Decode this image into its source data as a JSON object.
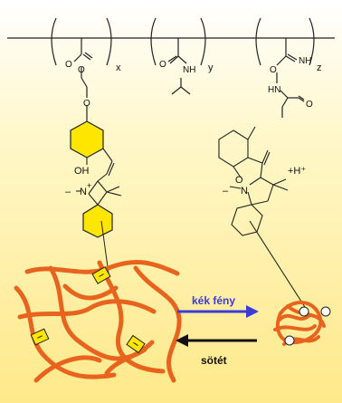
{
  "colors": {
    "background_top": "#ffffff",
    "background_bottom": "#ffe98a",
    "polymer_chain": "#e8641e",
    "highlight_ring": "#ffe600",
    "arrow_forward": "#3b3bd6",
    "arrow_back": "#111111"
  },
  "polymer": {
    "subscripts": {
      "x": "x",
      "y": "y",
      "z": "z"
    }
  },
  "atoms": {
    "O1": "O",
    "O2": "O",
    "O3": "O",
    "O4": "O",
    "O5": "O",
    "O6": "O",
    "NH_y": "NH",
    "NH_z": "NH",
    "HN_z": "HN",
    "OH": "OH",
    "N_plus": "N",
    "charge": "+",
    "methyl_left": "–",
    "O_spiro": "O",
    "N_spiro": "N",
    "methyl_right": "–"
  },
  "proton": "+H⁺",
  "arrows": {
    "forward_label": "kék fény",
    "back_label": "sötét"
  }
}
